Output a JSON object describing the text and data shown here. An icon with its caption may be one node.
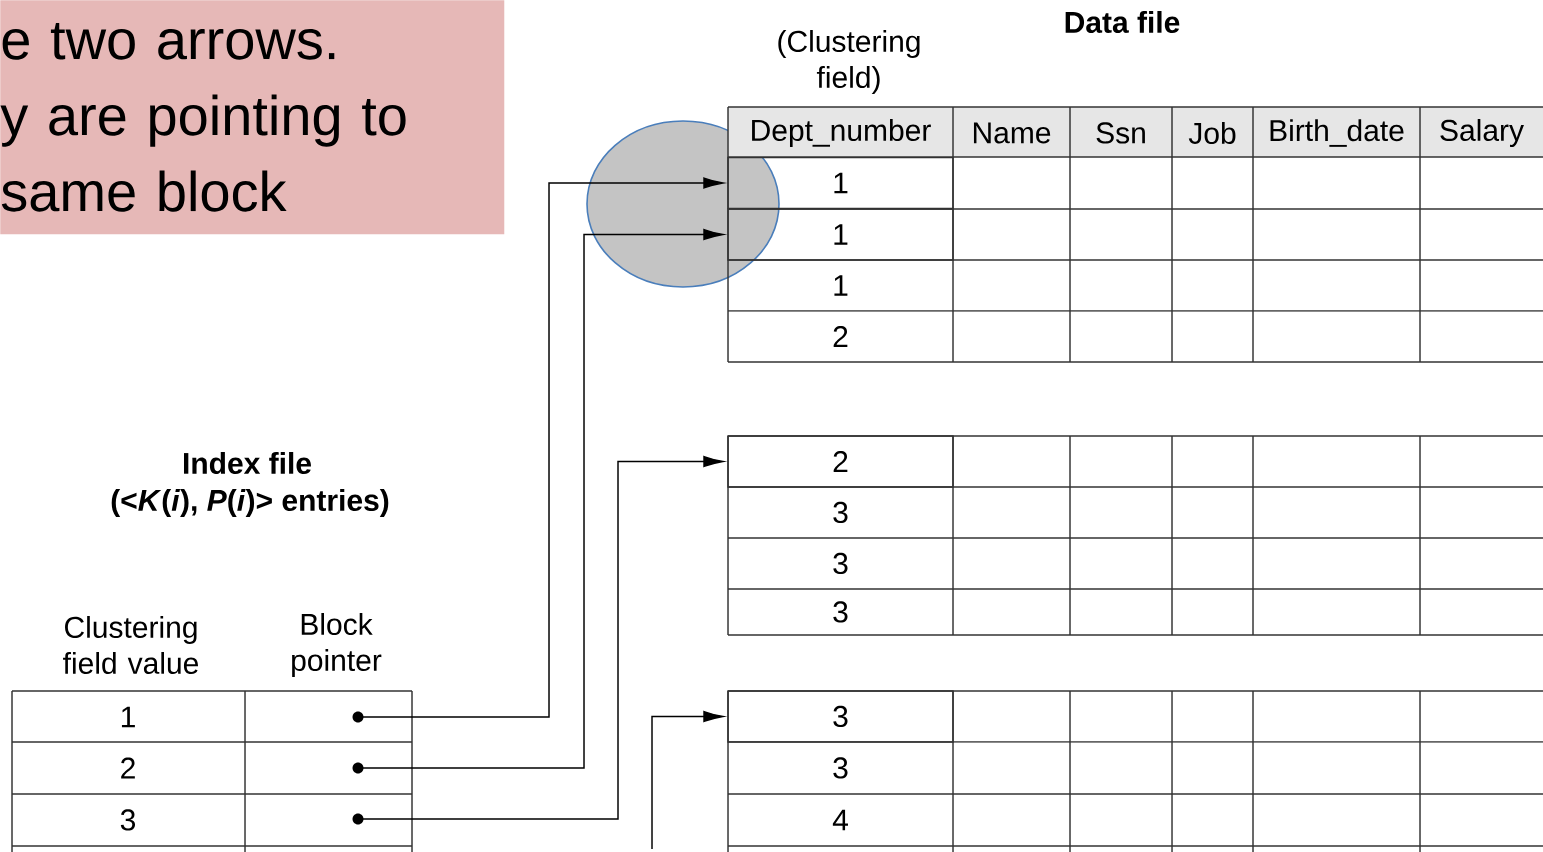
{
  "diagram": {
    "nodes": [
      {
        "text": [
          "e two arrows.",
          "y are pointing to",
          "same block"
        ]
      },
      {
        "text": [
          "1"
        ]
      },
      {
        "text": [
          "1"
        ]
      },
      {
        "text": [
          "2"
        ]
      },
      {
        "text": [
          "3"
        ]
      },
      {
        "text": [],
        "shape": "dot"
      },
      {
        "text": [],
        "shape": "dot"
      },
      {
        "text": [],
        "shape": "dot"
      }
    ],
    "edges": [
      {
        "from": 5,
        "to": 1,
        "arrow": "to"
      },
      {
        "from": 6,
        "to": 2,
        "arrow": "to"
      },
      {
        "from": 7,
        "to": 3,
        "arrow": "to"
      },
      {
        "from": null,
        "to": 4,
        "arrow": "to"
      }
    ],
    "labels": [
      "Data file",
      "(Clustering field)",
      "Dept_number",
      "Name",
      "Ssn",
      "Job",
      "Birth_date",
      "Salary",
      "1",
      "2",
      "3",
      "3",
      "3",
      "Index file",
      "(<*K*(*i*), *P*(*i*)> entries)",
      "3",
      "4",
      "Clustering field value",
      "Block pointer",
      "1",
      "2",
      "3"
    ]
  }
}
